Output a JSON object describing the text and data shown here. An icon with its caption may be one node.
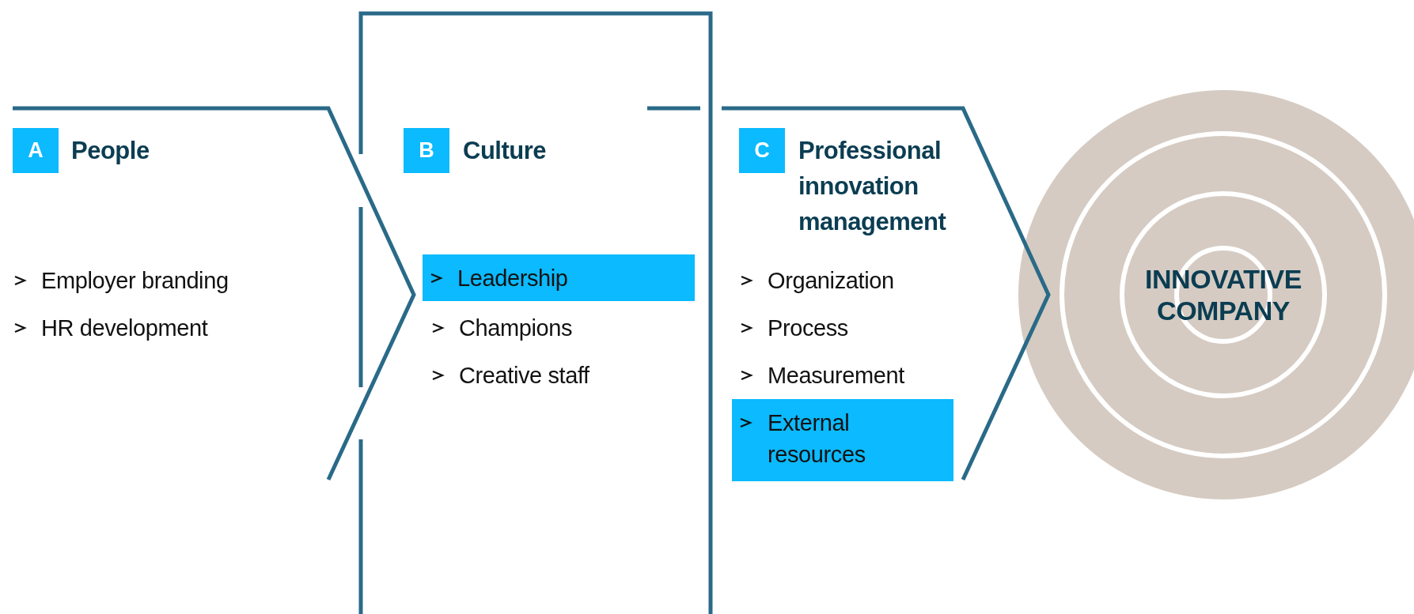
{
  "diagram": {
    "nodes": [
      {
        "text": [
          "People",
          "Employer branding",
          "HR development"
        ]
      },
      {
        "text": [
          "A"
        ],
        "in": 0
      },
      {
        "text": [
          "Culture",
          "Champions",
          "Creative staff"
        ]
      },
      {
        "text": [
          "B"
        ],
        "in": 2
      },
      {
        "text": [
          "Leadership"
        ],
        "in": 2
      },
      {
        "text": [
          "Professional innovation management",
          "Organization",
          "Process",
          "Measurement"
        ]
      },
      {
        "text": [
          "C"
        ],
        "in": 5
      },
      {
        "text": [
          "External resources"
        ],
        "in": 5
      },
      {
        "text": [
          "INNOVATIVE COMPANY"
        ]
      }
    ]
  }
}
